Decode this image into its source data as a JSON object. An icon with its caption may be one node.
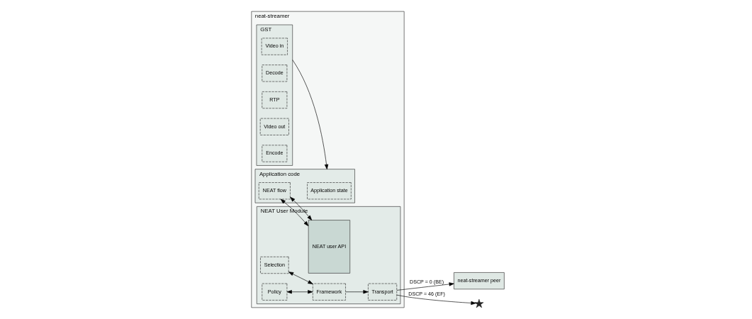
{
  "diagram": {
    "nodes": [
      {
        "text": [
          "neat-streamer"
        ]
      },
      {
        "text": [
          "GST"
        ],
        "in": 0
      },
      {
        "text": [
          "Video in"
        ],
        "in": 1
      },
      {
        "text": [
          "Decode"
        ],
        "in": 1
      },
      {
        "text": [
          "RTP"
        ],
        "in": 1
      },
      {
        "text": [
          "Video out"
        ],
        "in": 1
      },
      {
        "text": [
          "Encode"
        ],
        "in": 1
      },
      {
        "text": [
          "Application code"
        ],
        "in": 0
      },
      {
        "text": [
          "Application state"
        ],
        "in": 7
      },
      {
        "text": [
          "NEAT flow"
        ],
        "in": 7
      },
      {
        "text": [
          "NEAT User Module"
        ],
        "in": 0
      },
      {
        "text": [
          "NEAT user API"
        ],
        "in": 10
      },
      {
        "text": [
          "Selection"
        ],
        "in": 10
      },
      {
        "text": [
          "Policy"
        ],
        "in": 10
      },
      {
        "text": [
          "Framework"
        ],
        "in": 10
      },
      {
        "text": [
          "Transport"
        ],
        "in": 10
      },
      {
        "text": [
          "neat-streamer peer"
        ]
      },
      {
        "text": [],
        "shape": "cross"
      }
    ],
    "edges": [
      {
        "from": 1,
        "to": 7,
        "arrow": "to"
      },
      {
        "from": 9,
        "to": 11,
        "arrow": "both"
      },
      {
        "from": 9,
        "to": 11,
        "arrow": "both"
      },
      {
        "from": 12,
        "to": 14,
        "arrow": "both"
      },
      {
        "from": 13,
        "to": 14,
        "arrow": "both"
      },
      {
        "from": 14,
        "to": 15,
        "arrow": "to"
      },
      {
        "from": 15,
        "to": 17,
        "arrow": "to",
        "label": "DSCP = 46 (EF)"
      },
      {
        "from": 15,
        "to": 16,
        "arrow": "to",
        "label": "DSCP = 0 (BE)"
      }
    ]
  }
}
